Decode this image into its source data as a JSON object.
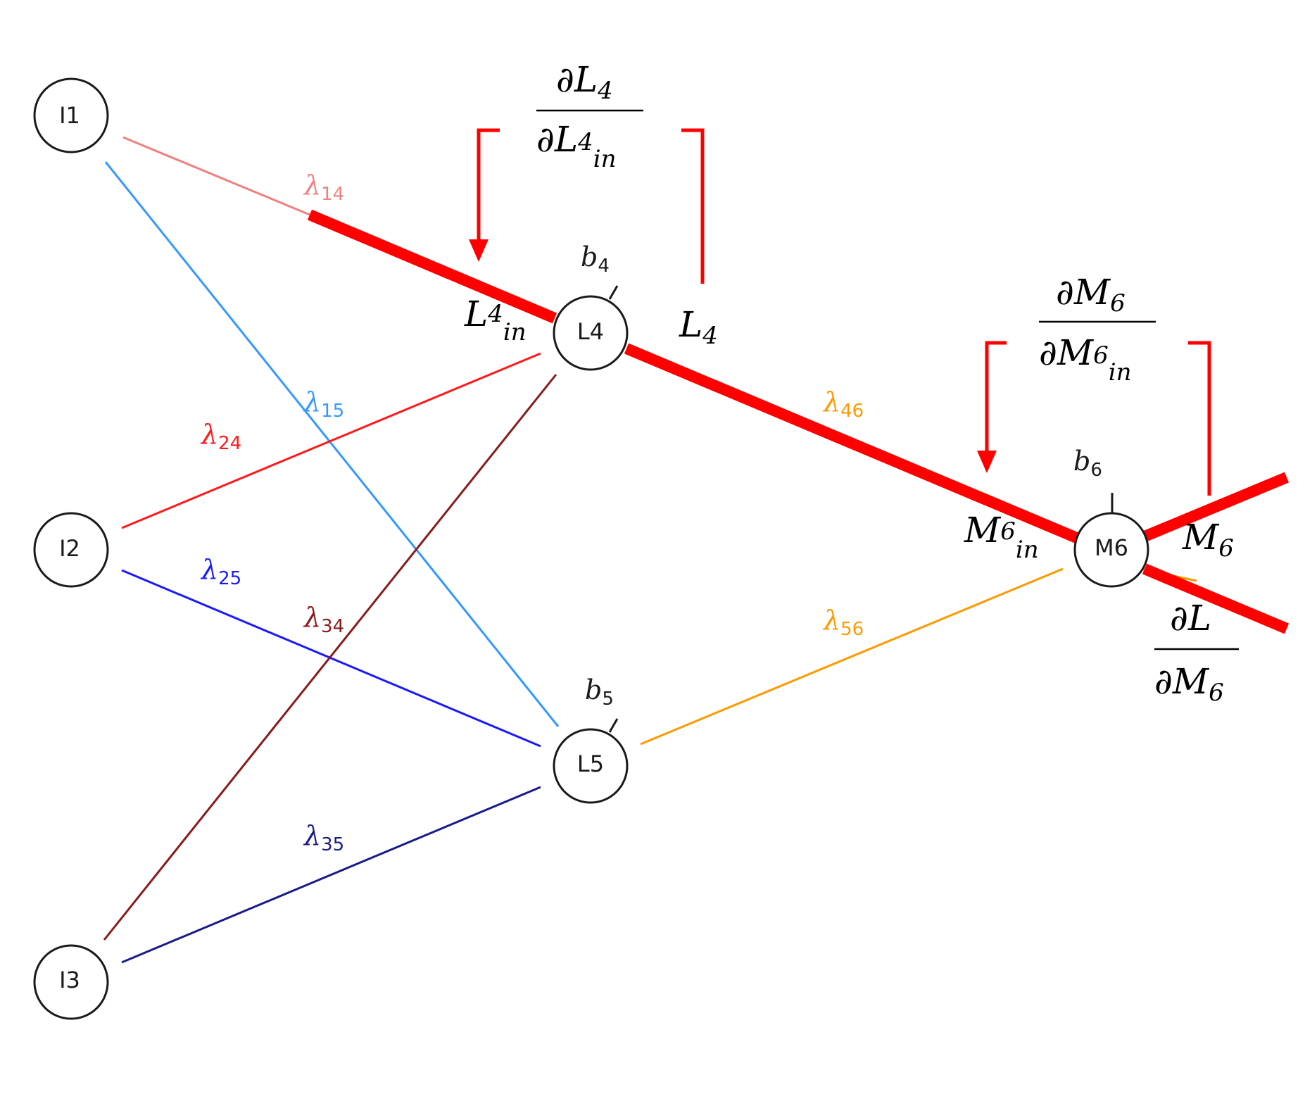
{
  "colors": {
    "highlight": "#ff0000",
    "edge_14": "#f08080",
    "edge_15": "#3399ff",
    "edge_24": "#ff1a1a",
    "edge_25": "#1a1aff",
    "edge_34": "#8b1a1a",
    "edge_35": "#1a1a8b",
    "edge_46": "#ff9900",
    "edge_56": "#ff9900"
  },
  "nodes": {
    "I1": "I1",
    "I2": "I2",
    "I3": "I3",
    "L4": "L4",
    "L5": "L5",
    "M6": "M6"
  },
  "weights": {
    "w14": {
      "base": "λ",
      "sub": "14"
    },
    "w15": {
      "base": "λ",
      "sub": "15"
    },
    "w24": {
      "base": "λ",
      "sub": "24"
    },
    "w25": {
      "base": "λ",
      "sub": "25"
    },
    "w34": {
      "base": "λ",
      "sub": "34"
    },
    "w35": {
      "base": "λ",
      "sub": "35"
    },
    "w46": {
      "base": "λ",
      "sub": "46"
    },
    "w56": {
      "base": "λ",
      "sub": "56"
    }
  },
  "biases": {
    "b4": {
      "base": "b",
      "sub": "4"
    },
    "b5": {
      "base": "b",
      "sub": "5"
    },
    "b6": {
      "base": "b",
      "sub": "6"
    }
  },
  "annotations": {
    "L4in": {
      "base": "L",
      "sub": "4",
      "subsub": "in"
    },
    "L4": {
      "base": "L",
      "sub": "4"
    },
    "M6in": {
      "base": "M",
      "sub": "6",
      "subsub": "in"
    },
    "M6": {
      "base": "M",
      "sub": "6"
    },
    "frac_L4": {
      "num": {
        "partial": "∂",
        "base": "L",
        "sub": "4"
      },
      "den": {
        "partial": "∂",
        "base": "L",
        "sub": "4",
        "subsub": "in"
      }
    },
    "frac_M6": {
      "num": {
        "partial": "∂",
        "base": "M",
        "sub": "6"
      },
      "den": {
        "partial": "∂",
        "base": "M",
        "sub": "6",
        "subsub": "in"
      }
    },
    "frac_L": {
      "num": {
        "partial": "∂",
        "base": "L"
      },
      "den": {
        "partial": "∂",
        "base": "M",
        "sub": "6"
      }
    }
  }
}
